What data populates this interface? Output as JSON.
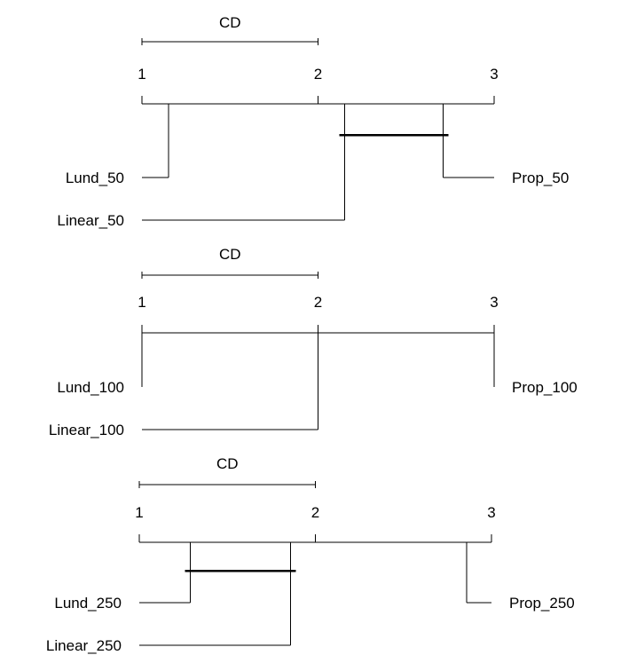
{
  "chart_data": [
    {
      "type": "critical-difference-diagram",
      "cd_label": "CD",
      "cd_value": 1.0,
      "axis": {
        "min": 1,
        "max": 3,
        "ticks": [
          "1",
          "2",
          "3"
        ]
      },
      "methods": [
        {
          "name": "Lund_50",
          "rank": 1.15,
          "side": "left"
        },
        {
          "name": "Linear_50",
          "rank": 2.15,
          "side": "left"
        },
        {
          "name": "Prop_50",
          "rank": 2.71,
          "side": "right"
        }
      ],
      "cliques": [
        [
          2.12,
          2.74
        ]
      ]
    },
    {
      "type": "critical-difference-diagram",
      "cd_label": "CD",
      "cd_value": 1.0,
      "axis": {
        "min": 1,
        "max": 3,
        "ticks": [
          "1",
          "2",
          "3"
        ]
      },
      "methods": [
        {
          "name": "Lund_100",
          "rank": 1.0,
          "side": "left"
        },
        {
          "name": "Linear_100",
          "rank": 2.0,
          "side": "left"
        },
        {
          "name": "Prop_100",
          "rank": 3.0,
          "side": "right"
        }
      ],
      "cliques": []
    },
    {
      "type": "critical-difference-diagram",
      "cd_label": "CD",
      "cd_value": 1.0,
      "axis": {
        "min": 1,
        "max": 3,
        "ticks": [
          "1",
          "2",
          "3"
        ]
      },
      "methods": [
        {
          "name": "Lund_250",
          "rank": 1.29,
          "side": "left"
        },
        {
          "name": "Linear_250",
          "rank": 1.86,
          "side": "left"
        },
        {
          "name": "Prop_250",
          "rank": 2.86,
          "side": "right"
        }
      ],
      "cliques": [
        [
          1.26,
          1.89
        ]
      ]
    }
  ]
}
